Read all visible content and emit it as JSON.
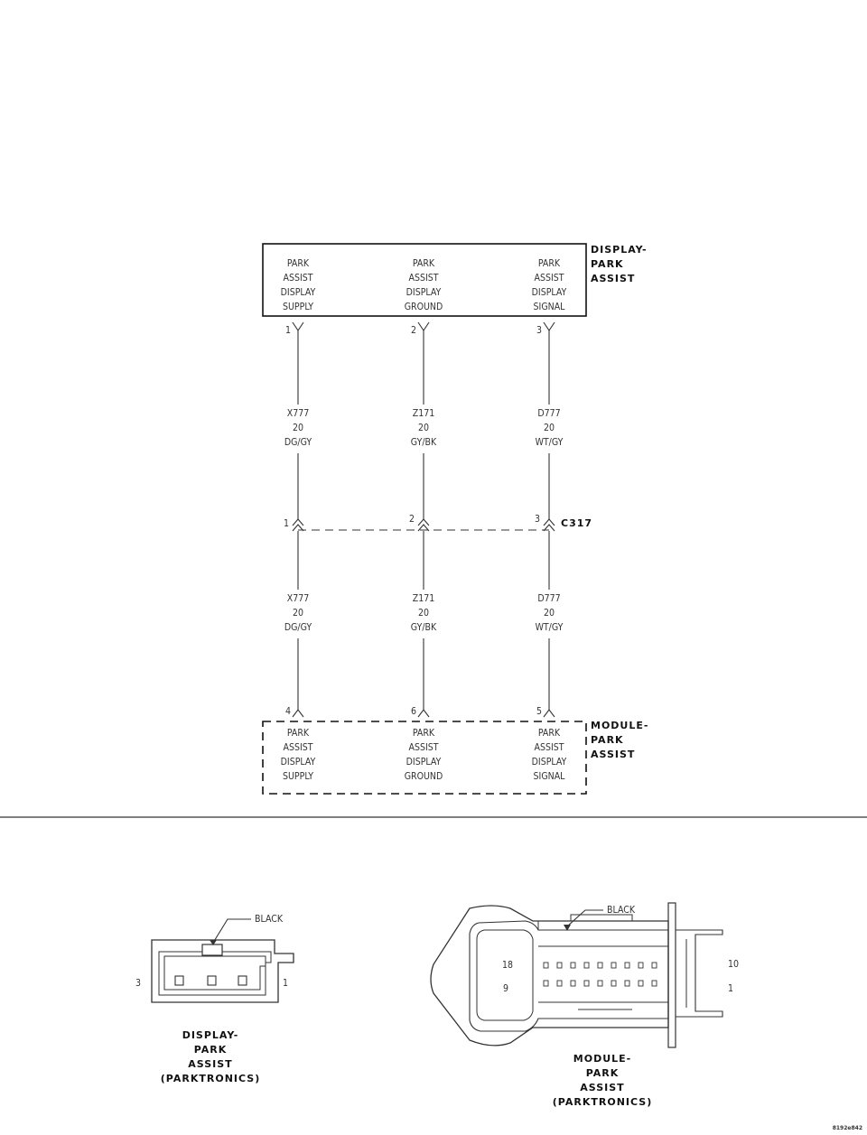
{
  "display_module": {
    "name_lines": [
      "DISPLAY-",
      "PARK",
      "ASSIST"
    ],
    "pins": [
      {
        "lines": [
          "PARK",
          "ASSIST",
          "DISPLAY",
          "SUPPLY"
        ],
        "pin": "1"
      },
      {
        "lines": [
          "PARK",
          "ASSIST",
          "DISPLAY",
          "GROUND"
        ],
        "pin": "2"
      },
      {
        "lines": [
          "PARK",
          "ASSIST",
          "DISPLAY",
          "SIGNAL"
        ],
        "pin": "3"
      }
    ]
  },
  "wires_upper": [
    {
      "circuit": "X777",
      "gauge": "20",
      "color": "DG/GY"
    },
    {
      "circuit": "Z171",
      "gauge": "20",
      "color": "GY/BK"
    },
    {
      "circuit": "D777",
      "gauge": "20",
      "color": "WT/GY"
    }
  ],
  "connector_c317": {
    "name": "C317",
    "pins": [
      "1",
      "2",
      "3"
    ]
  },
  "wires_lower": [
    {
      "circuit": "X777",
      "gauge": "20",
      "color": "DG/GY"
    },
    {
      "circuit": "Z171",
      "gauge": "20",
      "color": "GY/BK"
    },
    {
      "circuit": "D777",
      "gauge": "20",
      "color": "WT/GY"
    }
  ],
  "park_module": {
    "name_lines": [
      "MODULE-",
      "PARK",
      "ASSIST"
    ],
    "pins": [
      {
        "lines": [
          "PARK",
          "ASSIST",
          "DISPLAY",
          "SUPPLY"
        ],
        "pin": "4"
      },
      {
        "lines": [
          "PARK",
          "ASSIST",
          "DISPLAY",
          "GROUND"
        ],
        "pin": "6"
      },
      {
        "lines": [
          "PARK",
          "ASSIST",
          "DISPLAY",
          "SIGNAL"
        ],
        "pin": "5"
      }
    ]
  },
  "display_connector_view": {
    "color_callout": "BLACK",
    "pin_left": "3",
    "pin_right": "1",
    "caption_lines": [
      "DISPLAY-",
      "PARK",
      "ASSIST",
      "(PARKTRONICS)"
    ]
  },
  "module_connector_view": {
    "color_callout": "BLACK",
    "pin_top_left": "18",
    "pin_bottom_left": "9",
    "pin_top_right": "10",
    "pin_bottom_right": "1",
    "caption_lines": [
      "MODULE-",
      "PARK",
      "ASSIST",
      "(PARKTRONICS)"
    ]
  },
  "figure_id": "8192e842"
}
